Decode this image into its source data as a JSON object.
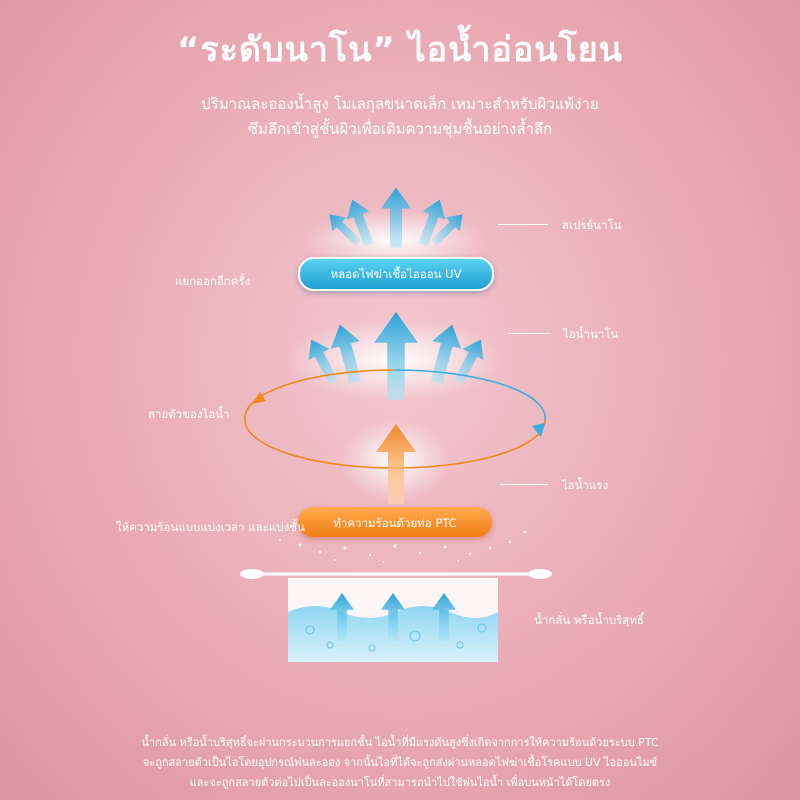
{
  "title": "“ระดับนาโน” ไอน้ำอ่อนโยน",
  "subtitle_lines": [
    "ปริมาณละอองน้ำสูง โมเลกุลขนาดเล็ก เหมาะสำหรับผิวแพ้ง่าย",
    "ซึมลึกเข้าสู่ชั้นผิวเพื่อเติมความชุ่มชื้นอย่างล้ำลึก"
  ],
  "labels": {
    "nano_spray": "สเปรย์นาโน",
    "separate_again": "แยกออกอีกครั้ง",
    "nano_steam": "ไอน้ำนาโน",
    "steam_line": "สายตัวของไอน้ำ",
    "strong_steam": "ไอน้ำแรง",
    "heating_side": "ให้ความร้อนแบบแบ่งเวลา และแบ่งชั้น",
    "water_source": "น้ำกลั่น หรือน้ำบริสุทธิ์"
  },
  "pills": {
    "uv_lamp": "หลอดไฟฆ่าเชื้อไอออน UV",
    "ptc_heater": "ทำความร้อนด้วยท่อ PTC"
  },
  "footer_lines": [
    "น้ำกลั่น หรือน้ำบริสุทธิ์จะผ่านกระบวนการแยกชั้น ไอน้ำที่มีแรงดันสูงซึ่งเกิดจากการให้ความร้อนด้วยระบบ PTC",
    "จะถูกสลายตัวเป็นไอโดยอุปกรณ์พ่นละออง จากนั้นไอที่ได้จะถูกส่งผ่านหลอดไฟฆ่าเชื้อโรคแบบ UV ไอออนไมซ์",
    "และจะถูกสลายตัวต่อไปเป็นละอองนาโนที่สามารถนำไปใช้พ่นไอน้ำ เพื่อบนหน้าได้โดยตรง"
  ],
  "colors": {
    "accent_blue": "#1f9fd0",
    "accent_orange": "#f07d16",
    "cycle_blue": "#3aaee0",
    "cycle_orange": "#f08a1e"
  }
}
